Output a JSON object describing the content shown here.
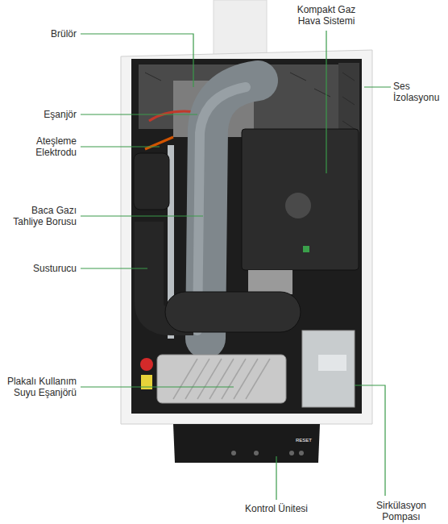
{
  "diagram": {
    "labels": [
      "Brülör",
      "Eşanjör",
      "Ateşleme Elektrodu",
      "Baca Gazı Tahliye Borusu",
      "Susturucu",
      "Plakalı Kullanım Suyu Eşanjörü",
      "Kompakt Gaz Hava Sistemi",
      "Ses İzolasyonu",
      "Kontrol Ünitesi",
      "Sirkülasyon Pompası",
      "RESET"
    ]
  }
}
